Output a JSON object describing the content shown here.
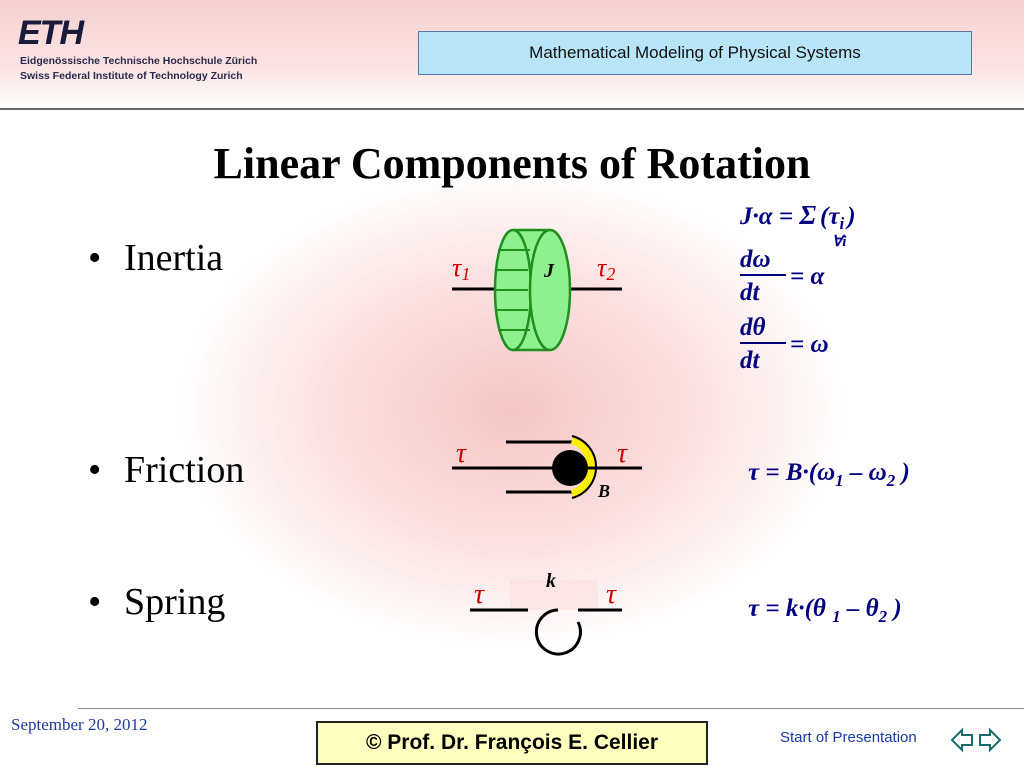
{
  "header": {
    "logo_text": "ETH",
    "institution_line1": "Eidgenössische Technische Hochschule Zürich",
    "institution_line2": "Swiss Federal Institute of Technology Zurich",
    "course_title": "Mathematical Modeling of Physical Systems"
  },
  "slide": {
    "title": "Linear Components of Rotation",
    "bullets": [
      {
        "label": "Inertia"
      },
      {
        "label": "Friction"
      },
      {
        "label": "Spring"
      }
    ]
  },
  "diagrams": {
    "inertia": {
      "left_label": "τ",
      "left_sub": "1",
      "right_label": "τ",
      "right_sub": "2",
      "body_label": "J",
      "fill": "#8ff08f",
      "stroke": "#1f8f1f"
    },
    "friction": {
      "left_label": "τ",
      "right_label": "τ",
      "body_label": "B",
      "ring_color": "#ffee00"
    },
    "spring": {
      "left_label": "τ",
      "right_label": "τ",
      "body_label": "k"
    }
  },
  "equations": {
    "inertia_1": {
      "lhs": "J·α = ",
      "sigma": "Σ",
      "rhs": "(τ",
      "rhs_sub": "i",
      "close": ")",
      "under": "∀i"
    },
    "inertia_2": {
      "num": "dω",
      "den": "dt",
      "rhs": "= α"
    },
    "inertia_3": {
      "num": "dθ",
      "den": "dt",
      "rhs": "= ω"
    },
    "friction": {
      "text": "τ = B·(ω",
      "sub1": "1",
      "mid": " – ω",
      "sub2": "2",
      "close": " )"
    },
    "spring": {
      "text": "τ = k·(θ ",
      "sub1": "1",
      "mid": " – θ",
      "sub2": "2",
      "close": " )"
    }
  },
  "footer": {
    "date": "September 20, 2012",
    "author": "©  Prof. Dr. François E. Cellier",
    "start_link": "Start of Presentation"
  },
  "colors": {
    "text_red": "#cc0000",
    "eq_blue": "#000080",
    "footer_blue": "#1a3aa0"
  }
}
